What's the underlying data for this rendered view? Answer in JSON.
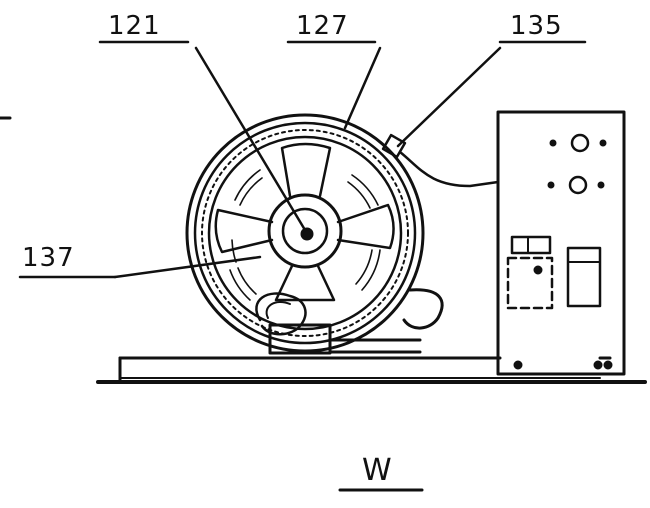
{
  "figure": {
    "labels": [
      {
        "id": "label-121",
        "text": "121"
      },
      {
        "id": "label-127",
        "text": "127"
      },
      {
        "id": "label-135",
        "text": "135"
      },
      {
        "id": "label-137",
        "text": "137"
      }
    ],
    "caption": "W"
  },
  "colors": {
    "ink": "#111111",
    "paper": "#ffffff"
  }
}
